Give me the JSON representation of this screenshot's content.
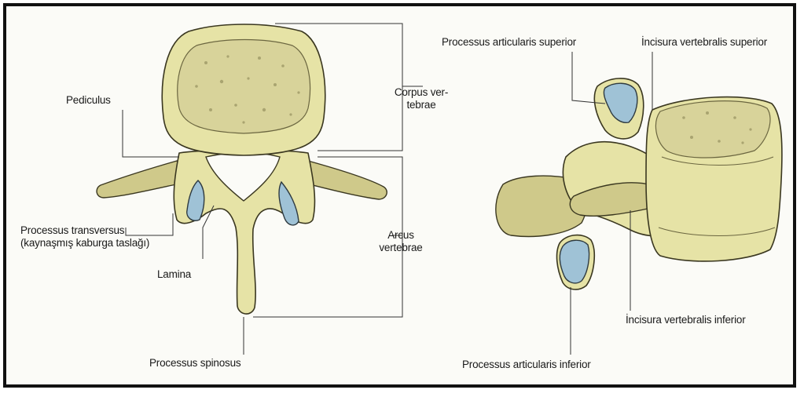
{
  "labels": {
    "pediculus": "Pediculus",
    "corpus_vertebrae_line1": "Corpus ver-",
    "corpus_vertebrae_line2": "tebrae",
    "processus_transversus_line1": "Processus transversus",
    "processus_transversus_line2": "(kaynaşmış kaburga taslağı)",
    "lamina": "Lamina",
    "arcus_vertebrae_line1": "Arcus",
    "arcus_vertebrae_line2": "vertebrae",
    "processus_spinosus": "Processus spinosus",
    "processus_articularis_superior": "Processus articularis superior",
    "incisura_vertebralis_superior": "İncisura vertebralis superior",
    "incisura_vertebralis_inferior": "İncisura vertebralis inferior",
    "processus_articularis_inferior": "Processus articularis inferior"
  },
  "colors": {
    "bone": "#e6e3a6",
    "cartilage": "#9fc2d6",
    "frame": "#111111"
  }
}
